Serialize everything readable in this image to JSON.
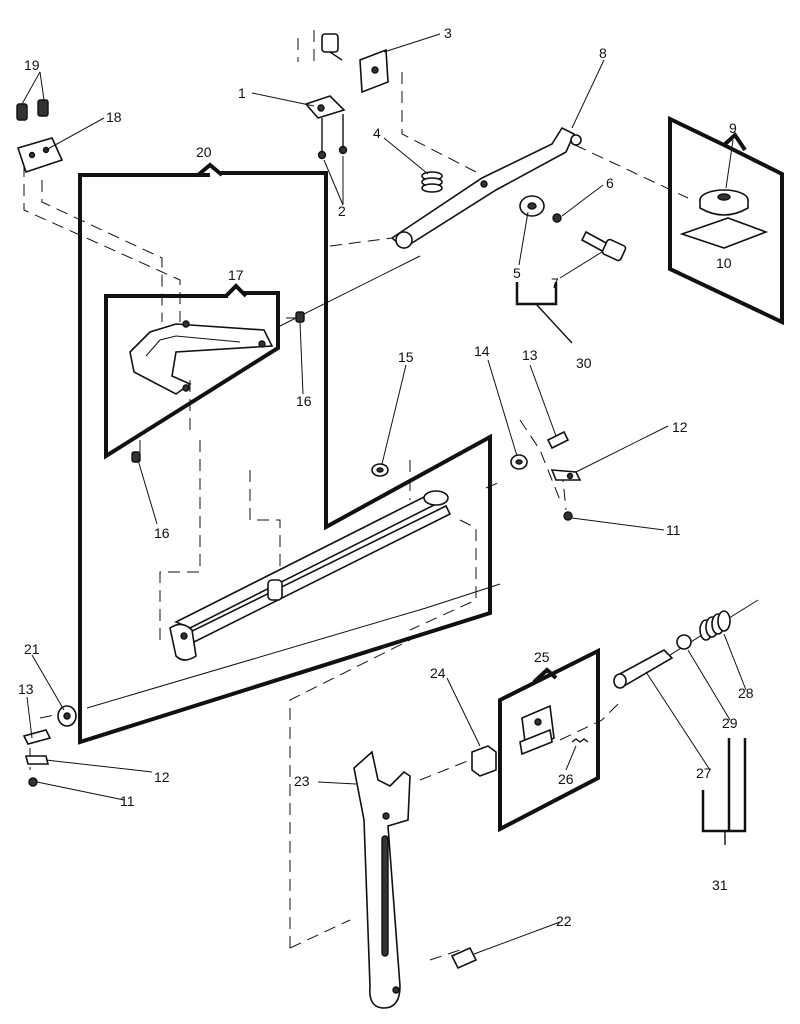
{
  "diagram": {
    "callouts": [
      "1",
      "2",
      "3",
      "4",
      "5",
      "6",
      "7",
      "8",
      "9",
      "10",
      "11",
      "12",
      "13",
      "14",
      "15",
      "16",
      "17",
      "18",
      "19",
      "20",
      "21",
      "22",
      "23",
      "24",
      "25",
      "26",
      "27",
      "28",
      "29",
      "30",
      "31"
    ],
    "labels": [
      {
        "id": "c1",
        "text": "1"
      },
      {
        "id": "c2",
        "text": "2"
      },
      {
        "id": "c3",
        "text": "3"
      },
      {
        "id": "c4",
        "text": "4"
      },
      {
        "id": "c5",
        "text": "5"
      },
      {
        "id": "c6",
        "text": "6"
      },
      {
        "id": "c7",
        "text": "7"
      },
      {
        "id": "c8",
        "text": "8"
      },
      {
        "id": "c9",
        "text": "9"
      },
      {
        "id": "c10",
        "text": "10"
      },
      {
        "id": "c11a",
        "text": "11"
      },
      {
        "id": "c11b",
        "text": "11"
      },
      {
        "id": "c12a",
        "text": "12"
      },
      {
        "id": "c12b",
        "text": "12"
      },
      {
        "id": "c13a",
        "text": "13"
      },
      {
        "id": "c13b",
        "text": "13"
      },
      {
        "id": "c14",
        "text": "14"
      },
      {
        "id": "c15",
        "text": "15"
      },
      {
        "id": "c16a",
        "text": "16"
      },
      {
        "id": "c16b",
        "text": "16"
      },
      {
        "id": "c17",
        "text": "17"
      },
      {
        "id": "c18",
        "text": "18"
      },
      {
        "id": "c19",
        "text": "19"
      },
      {
        "id": "c20",
        "text": "20"
      },
      {
        "id": "c21",
        "text": "21"
      },
      {
        "id": "c22",
        "text": "22"
      },
      {
        "id": "c23",
        "text": "23"
      },
      {
        "id": "c24",
        "text": "24"
      },
      {
        "id": "c25",
        "text": "25"
      },
      {
        "id": "c26",
        "text": "26"
      },
      {
        "id": "c27",
        "text": "27"
      },
      {
        "id": "c28",
        "text": "28"
      },
      {
        "id": "c29",
        "text": "29"
      },
      {
        "id": "c30",
        "text": "30"
      },
      {
        "id": "c31",
        "text": "31"
      }
    ]
  }
}
